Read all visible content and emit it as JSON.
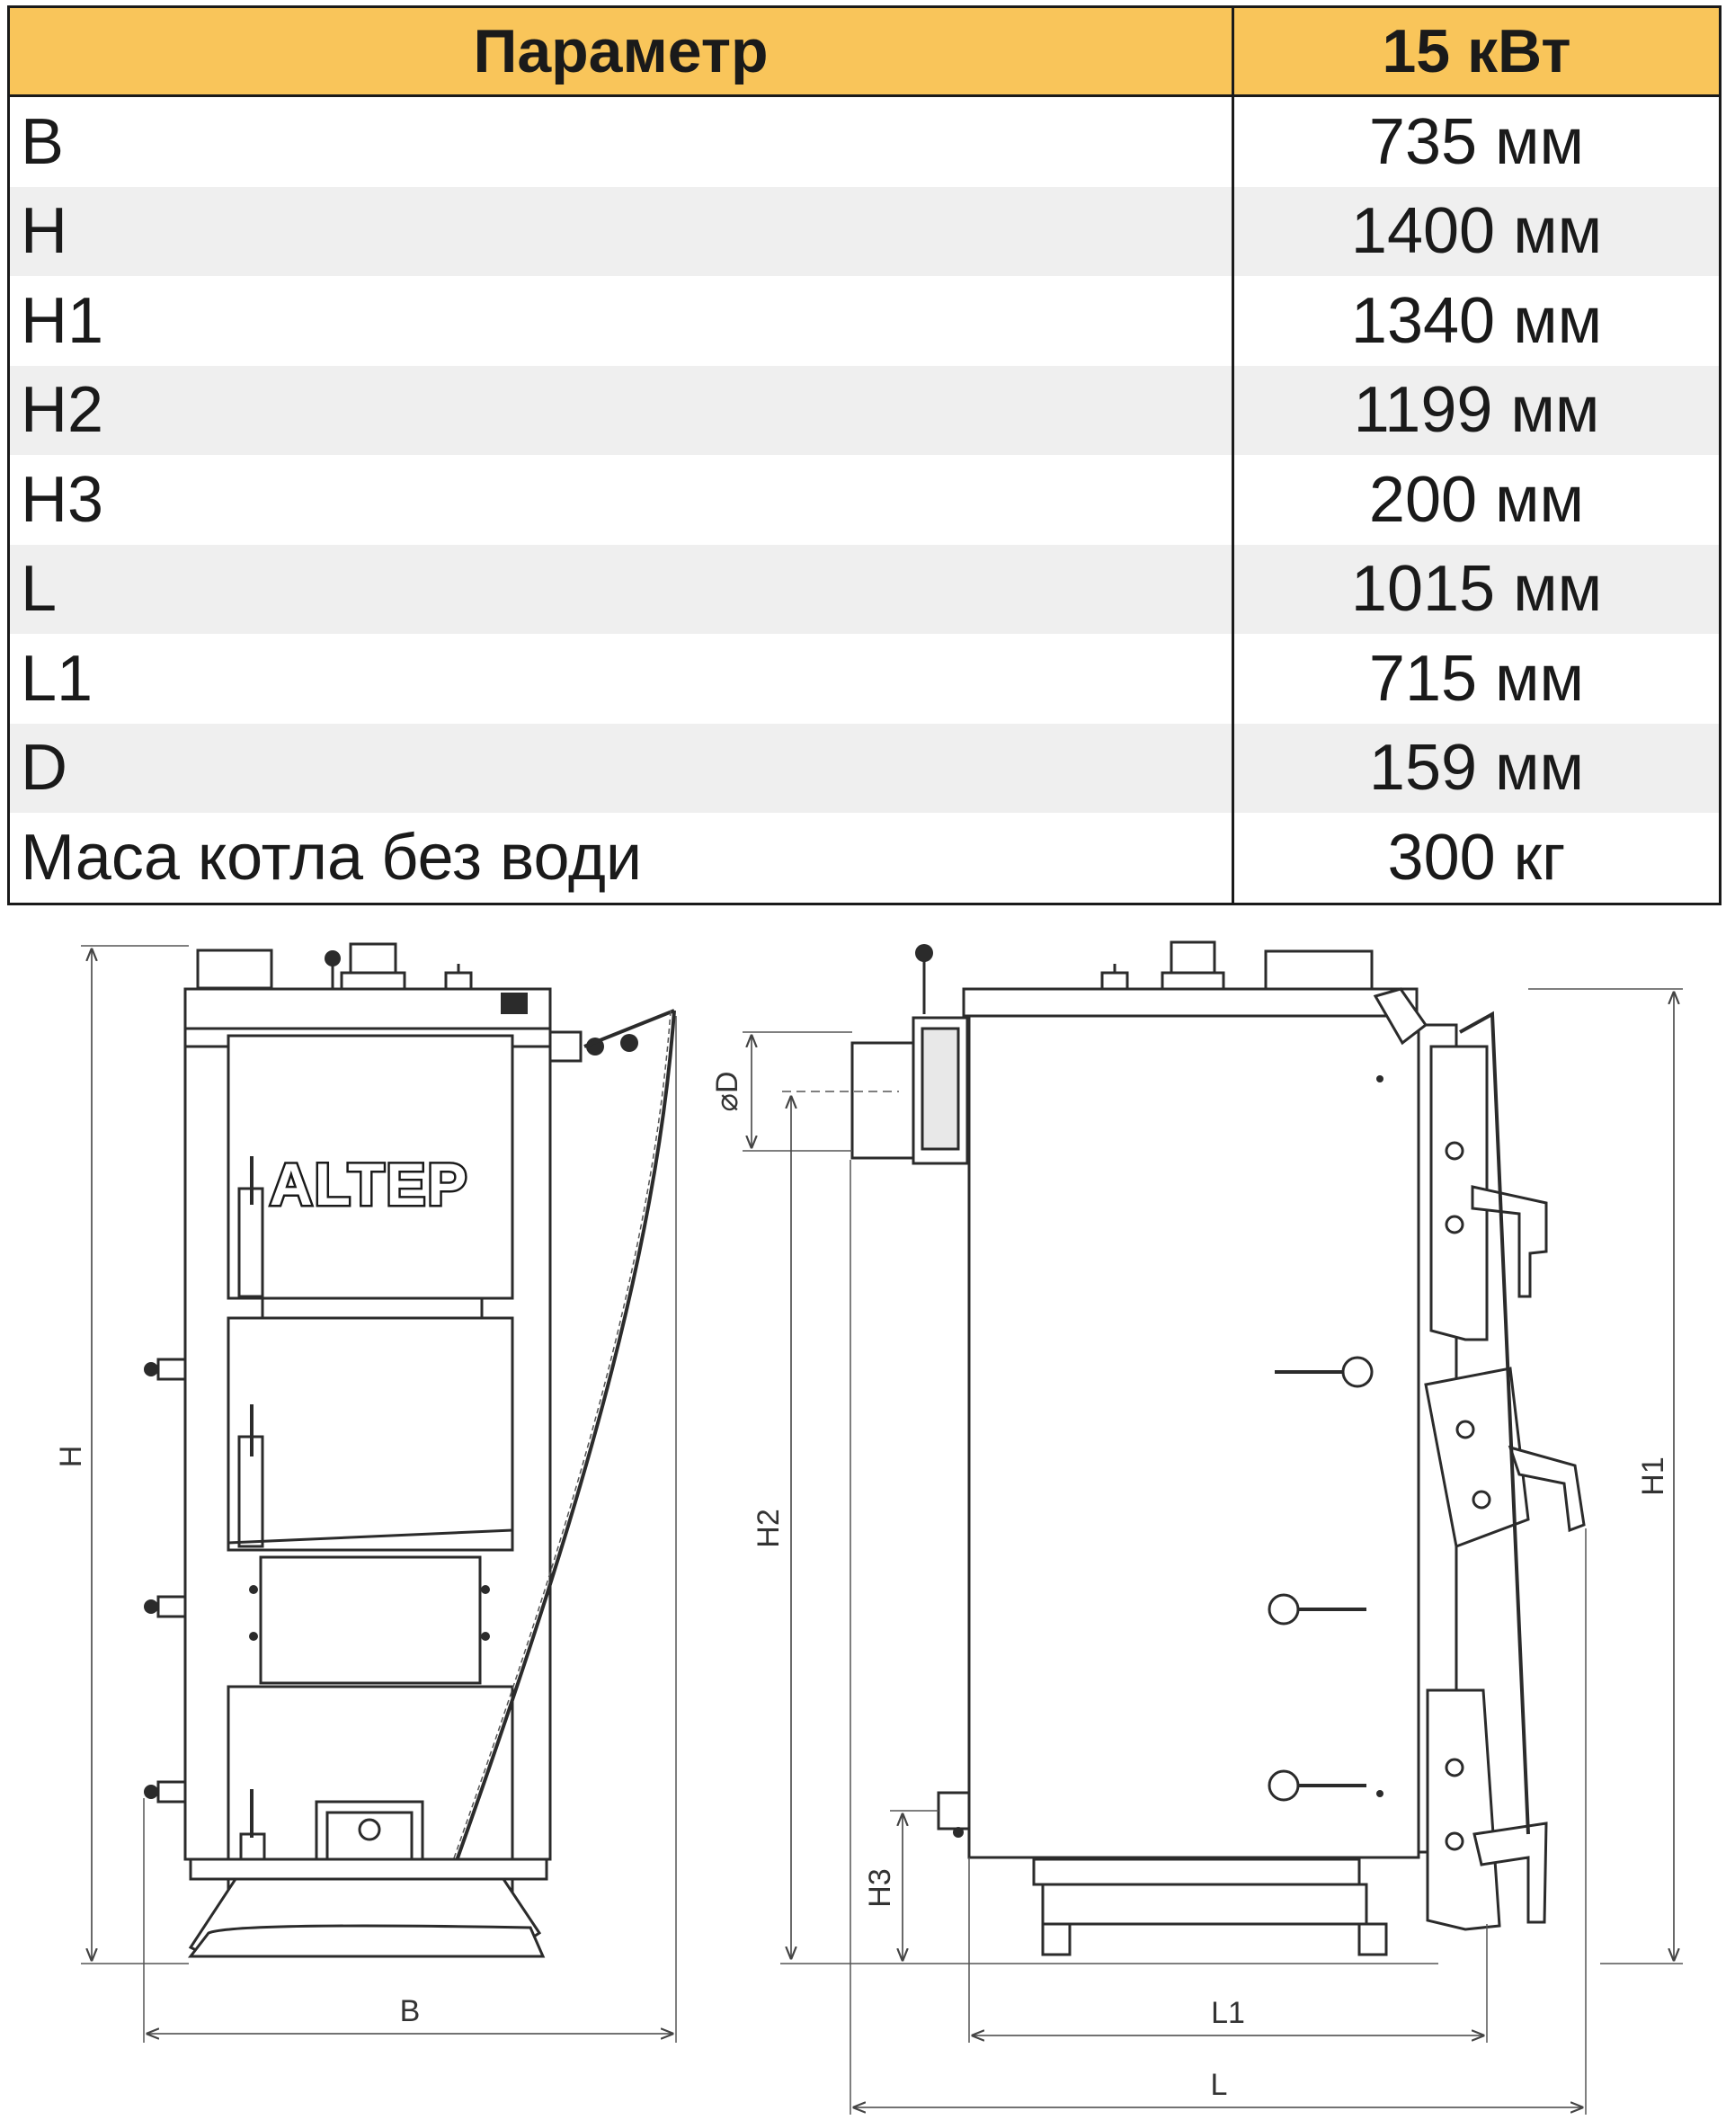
{
  "table": {
    "header": {
      "param": "Параметр",
      "value": "15 кВт"
    },
    "rows": [
      {
        "param": "B",
        "value": "735 мм"
      },
      {
        "param": "H",
        "value": "1400 мм"
      },
      {
        "param": "H1",
        "value": "1340 мм"
      },
      {
        "param": "H2",
        "value": "1199 мм"
      },
      {
        "param": "H3",
        "value": "200 мм"
      },
      {
        "param": "L",
        "value": "1015 мм"
      },
      {
        "param": "L1",
        "value": "715 мм"
      },
      {
        "param": "D",
        "value": "159 мм"
      },
      {
        "param": "Маса котла без води",
        "value": "300 кг"
      }
    ]
  },
  "drawing": {
    "logo": "ALTEP",
    "dimension_labels": {
      "B": "B",
      "H": "H",
      "H1": "H1",
      "H2": "H2",
      "H3": "H3",
      "L": "L",
      "L1": "L1",
      "D": "⌀D"
    }
  },
  "colors": {
    "header_bg": "#f9c55a",
    "stripe_bg": "#efefef",
    "line": "#1a1a1a"
  }
}
